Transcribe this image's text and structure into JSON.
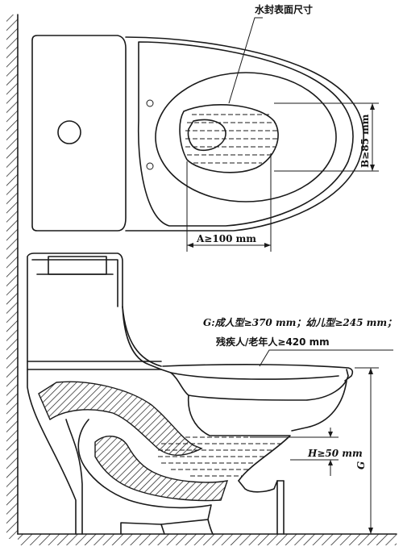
{
  "labels": {
    "water_seal": "水封表面尺寸",
    "dim_b": "B≥85 mm",
    "dim_a": "A≥100 mm",
    "dim_g_line1": "G:成人型≥370 mm；幼儿型≥245 mm；",
    "dim_g_line2": "残疾人/老年人≥420 mm",
    "dim_h": "H≥50 mm",
    "dim_g_short": "G"
  },
  "colors": {
    "line": "#1a1a1a",
    "background": "#ffffff"
  }
}
